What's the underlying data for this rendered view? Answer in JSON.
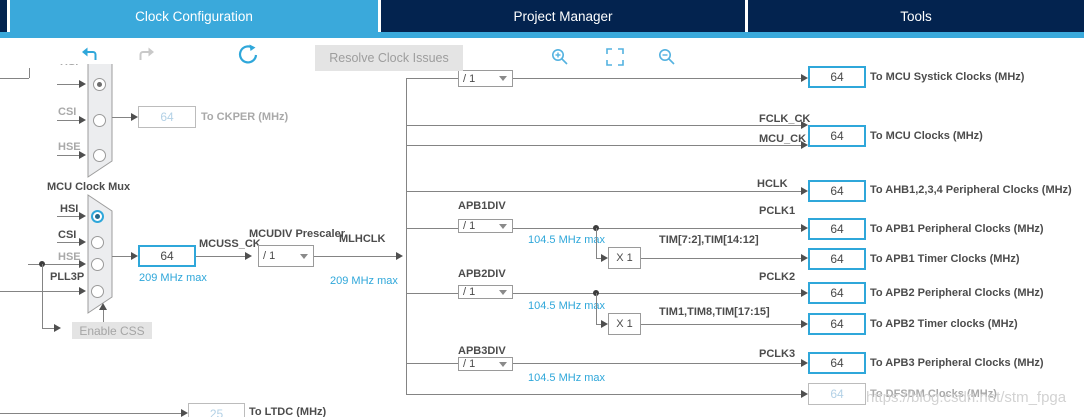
{
  "tabs": [
    {
      "label": "Clock Configuration",
      "active": true
    },
    {
      "label": "Project Manager",
      "active": false
    },
    {
      "label": "Tools",
      "active": false
    }
  ],
  "toolbar": {
    "resolve_label": "Resolve Clock Issues",
    "icons": [
      "undo",
      "redo",
      "refresh",
      "zoom-in",
      "fit-screen",
      "zoom-out"
    ]
  },
  "tree": {
    "ckper": {
      "inputs": [
        "HSI",
        "CSI",
        "HSE"
      ],
      "value": "64",
      "label": "To CKPER (MHz)"
    },
    "mcu_mux": {
      "title": "MCU Clock Mux",
      "inputs": [
        "HSI",
        "CSI",
        "HSE",
        "PLL3P"
      ],
      "value": "64",
      "max": "209 MHz max",
      "signal": "MCUSS_CK",
      "enable_css": "Enable CSS"
    },
    "mcudiv": {
      "title": "MCUDIV Prescaler",
      "value": "/ 1",
      "signal": "MLHCLK",
      "max": "209 MHz max"
    },
    "systick_div": {
      "value": "/ 1"
    },
    "apb1": {
      "title": "APB1DIV",
      "value": "/ 1",
      "max": "104.5 MHz max",
      "signal": "PCLK1",
      "mult": "X 1",
      "tim": "TIM[7:2],TIM[14:12]"
    },
    "apb2": {
      "title": "APB2DIV",
      "value": "/ 1",
      "max": "104.5 MHz max",
      "signal": "PCLK2",
      "mult": "X 1",
      "tim": "TIM1,TIM8,TIM[17:15]"
    },
    "apb3": {
      "title": "APB3DIV",
      "value": "/ 1",
      "max": "104.5 MHz max",
      "signal": "PCLK3"
    },
    "signals": {
      "fclk": "FCLK_CK",
      "mcu": "MCU_CK",
      "hclk": "HCLK"
    },
    "outputs": [
      {
        "value": "64",
        "label": "To MCU Systick Clocks (MHz)"
      },
      {
        "value": "64",
        "label": "To MCU Clocks (MHz)"
      },
      {
        "value": "64",
        "label": "To AHB1,2,3,4 Peripheral Clocks (MHz)"
      },
      {
        "value": "64",
        "label": "To APB1 Peripheral Clocks (MHz)"
      },
      {
        "value": "64",
        "label": "To APB1 Timer Clocks (MHz)"
      },
      {
        "value": "64",
        "label": "To APB2 Peripheral Clocks (MHz)"
      },
      {
        "value": "64",
        "label": "To APB2 Timer clocks (MHz)"
      },
      {
        "value": "64",
        "label": "To APB3 Peripheral Clocks (MHz)"
      },
      {
        "value": "64",
        "label": "To DFSDM Clocks (MHz)",
        "disabled": true
      }
    ],
    "ltdc": {
      "value": "25",
      "label": "To LTDC (MHz)"
    }
  },
  "watermark": "https://blog.csdn.net/stm_fpga",
  "colors": {
    "accent": "#2fa7da",
    "tab_active": "#3aa9db",
    "tab_inactive": "#03234f",
    "disabled_value": "#b3d1e6"
  }
}
